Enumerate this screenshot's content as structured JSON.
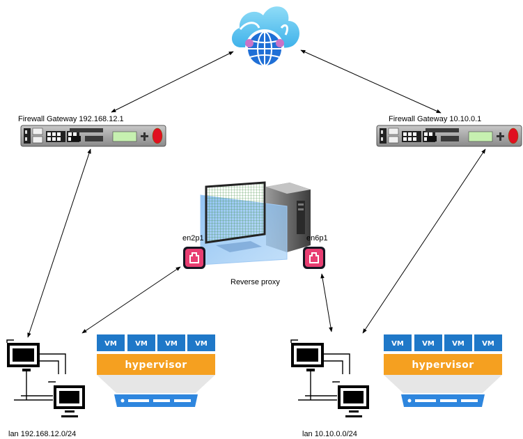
{
  "nodes": {
    "cloud": {
      "icon": "cloud-globe-icon"
    },
    "firewall_left": {
      "label": "Firewall Gateway 192.168.12.1",
      "icon": "firewall-appliance-icon"
    },
    "firewall_right": {
      "label": "Firewall Gateway 10.10.0.1",
      "icon": "firewall-appliance-icon"
    },
    "proxy": {
      "label": "Reverse proxy",
      "icon": "workstation-icon"
    },
    "port_left": {
      "label": "en2p1",
      "icon": "ethernet-port-icon"
    },
    "port_right": {
      "label": "en6p1",
      "icon": "ethernet-port-icon"
    },
    "lan_left": {
      "label": "lan 192.168.12.0/24",
      "icon": "computers-icon"
    },
    "lan_right": {
      "label": "lan 10.10.0.0/24",
      "icon": "computers-icon"
    }
  },
  "hypervisor_left": {
    "vms": [
      "VM",
      "VM",
      "VM",
      "VM"
    ],
    "label": "hypervisor",
    "icon": "server-icon"
  },
  "hypervisor_right": {
    "vms": [
      "VM",
      "VM",
      "VM",
      "VM"
    ],
    "label": "hypervisor",
    "icon": "server-icon"
  },
  "colors": {
    "cloud": "#5ec3ef",
    "globe": "#1f6fd6",
    "vm_box": "#1f78c8",
    "hypervisor_bar": "#f5a020",
    "server": "#2e86de",
    "port": "#e83e72",
    "firewall_body": "#7f7f7f",
    "firewall_led": "#e01020",
    "proxy_screen": "#5aa0e8",
    "connector": "#000000"
  }
}
